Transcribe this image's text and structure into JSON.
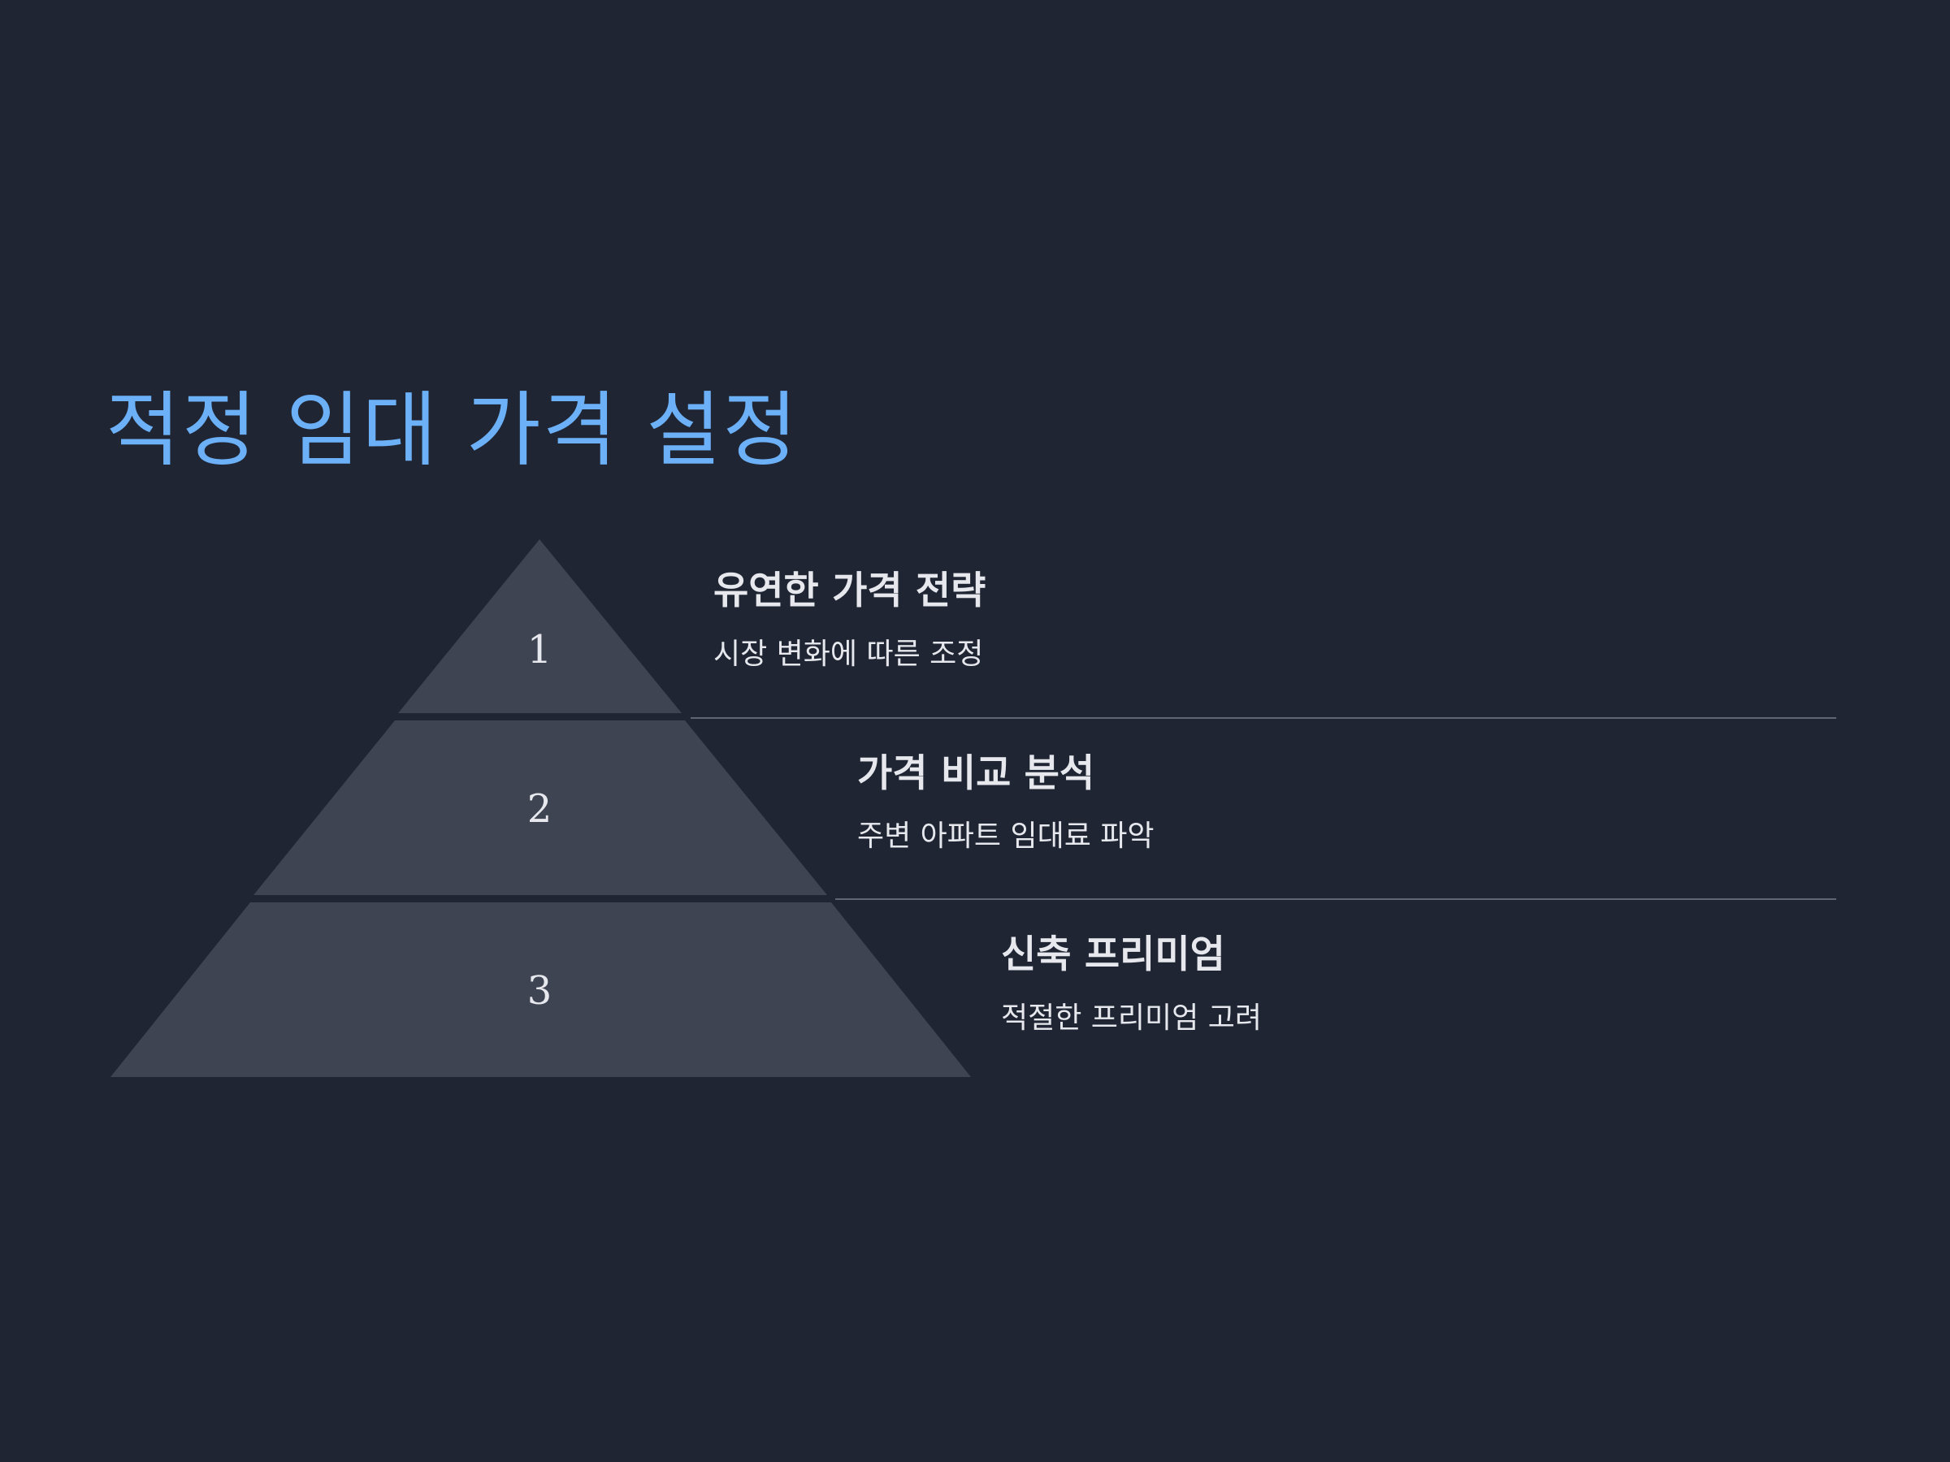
{
  "title": "적정 임대 가격 설정",
  "colors": {
    "background": "#1f2532",
    "title": "#6cb0f7",
    "tier_fill": "#3e4451",
    "text": "#e6e8ee",
    "divider": "#5f6573"
  },
  "tiers": [
    {
      "number": "1",
      "heading": "유연한 가격 전략",
      "description": "시장 변화에 따른 조정"
    },
    {
      "number": "2",
      "heading": "가격 비교 분석",
      "description": "주변 아파트 임대료 파악"
    },
    {
      "number": "3",
      "heading": "신축 프리미엄",
      "description": "적절한 프리미엄 고려"
    }
  ]
}
